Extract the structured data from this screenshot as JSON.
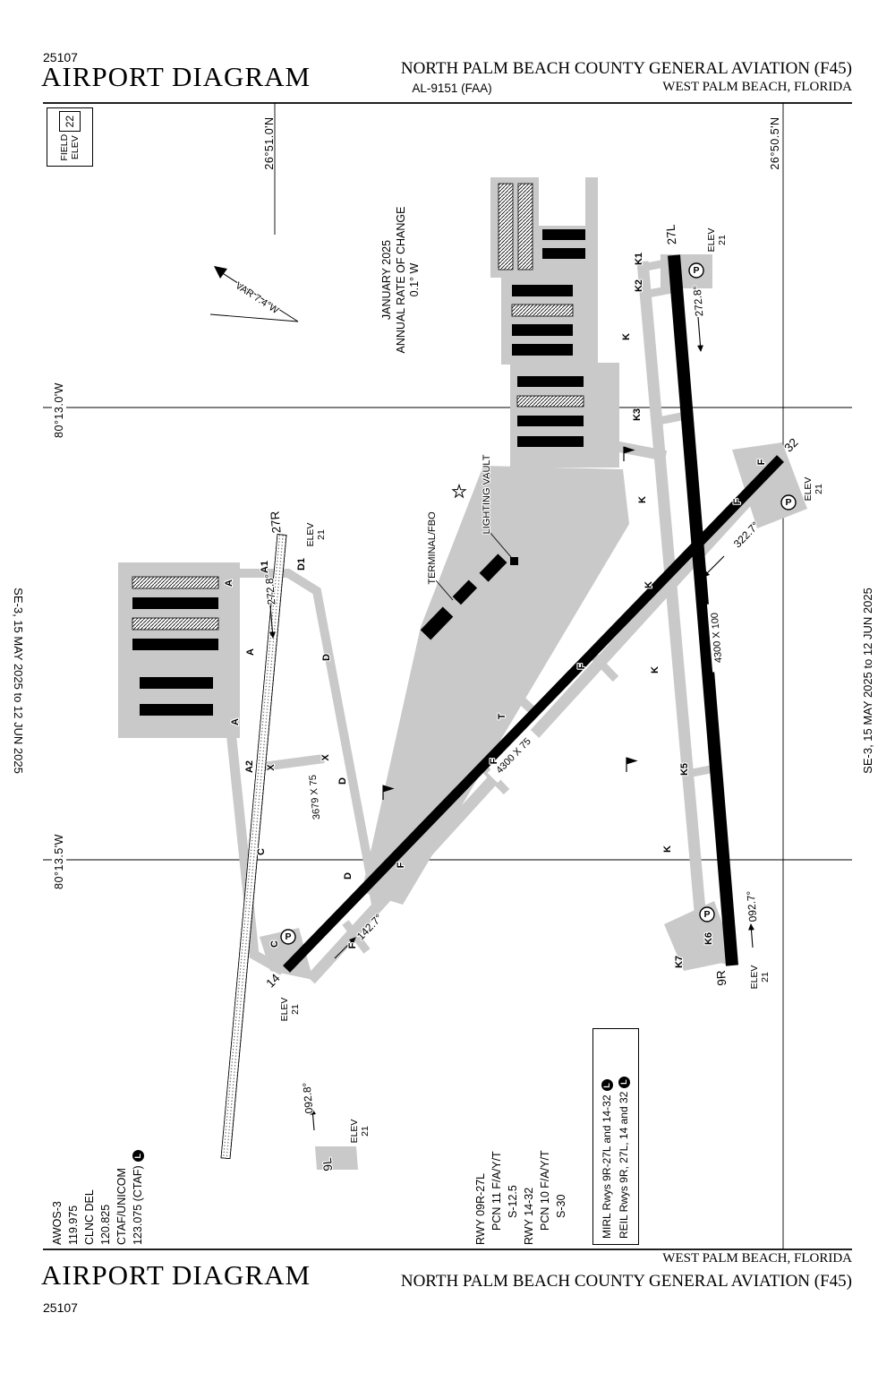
{
  "header": {
    "chart_number": "25107",
    "title": "AIRPORT DIAGRAM",
    "al_number": "AL-9151 (FAA)",
    "airport_name": "NORTH PALM BEACH COUNTY GENERAL AVIATION (F45)",
    "city": "WEST PALM BEACH, FLORIDA"
  },
  "margins": {
    "edition": "SE-3, 15 MAY 2025 to 12 JUN 2025"
  },
  "field_elev": {
    "label": "FIELD ELEV",
    "value": "22"
  },
  "graticule": {
    "lat_left": "26°51.0'N",
    "lat_right": "26°50.5'N",
    "lon_upper": "80°13.0'W",
    "lon_lower": "80°13.5'W"
  },
  "variation": {
    "var_label": "VAR 7.4°W",
    "date": "JANUARY 2025",
    "rate_label": "ANNUAL RATE OF CHANGE",
    "rate_value": "0.1° W"
  },
  "runways": {
    "elev_label": "ELEV",
    "elev_value": "21",
    "r9r_27l": {
      "end_a": "27L",
      "end_b": "9R",
      "size": "4300 X 100",
      "brg_a": "272.8°",
      "brg_b": "092.7°"
    },
    "r9l_27r": {
      "end_a": "27R",
      "end_b": "9L",
      "size": "3679 X 75",
      "brg_a": "272.8°",
      "brg_b": "092.8°"
    },
    "r14_32": {
      "end_a": "32",
      "end_b": "14",
      "size": "4300 X 75",
      "brg_a": "322.7°",
      "brg_b": "142.7°"
    }
  },
  "taxiways": {
    "a": "A",
    "a1": "A1",
    "a2": "A2",
    "c": "C",
    "d": "D",
    "d1": "D1",
    "f": "F",
    "k": "K",
    "k1": "K1",
    "k2": "K2",
    "k3": "K3",
    "k5": "K5",
    "k6": "K6",
    "k7": "K7",
    "t": "T",
    "x": "X"
  },
  "facilities": {
    "terminal": "TERMINAL/FBO",
    "lighting_vault": "LIGHTING VAULT",
    "parking": "P"
  },
  "comms": {
    "l1": "AWOS-3",
    "l2": "119.975",
    "l3": "CLNC DEL",
    "l4": "120.825",
    "l5": "CTAF/UNICOM",
    "l6": "123.075 (CTAF)"
  },
  "runway_data": {
    "l1": "RWY 09R-27L",
    "l2": "PCN 11 F/A/Y/T",
    "l3": "S-12.5",
    "l4": "RWY 14-32",
    "l5": "PCN 10 F/A/Y/T",
    "l6": "S-30"
  },
  "lighting": {
    "l1": "MIRL Rwys 9R-27L and 14-32",
    "l2": "REIL Rwys 9R, 27L, 14 and 32"
  },
  "symbols": {
    "circled_l": "L"
  }
}
